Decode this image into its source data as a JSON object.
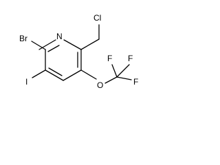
{
  "molecule": {
    "atoms": {
      "Br": "Br",
      "N": "N",
      "Cl": "Cl",
      "I": "I",
      "O": "O",
      "F_top_left": "F",
      "F_top_right": "F",
      "F_right": "F"
    }
  }
}
